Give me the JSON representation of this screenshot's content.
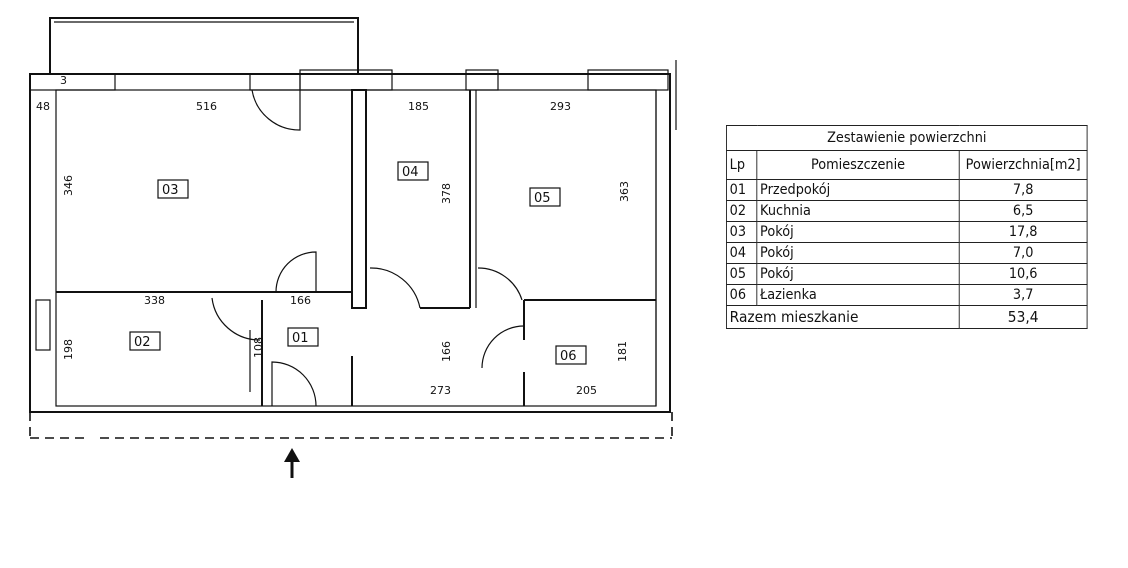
{
  "plan": {
    "dimensions": {
      "d48": "48",
      "d516": "516",
      "d185": "185",
      "d293": "293",
      "d346": "346",
      "d378": "378",
      "d363": "363",
      "d3": "3",
      "d338": "338",
      "d166a": "166",
      "d198": "198",
      "d166b": "166",
      "d181": "181",
      "d273": "273",
      "d205": "205",
      "d108": "108"
    },
    "rooms": {
      "r01": "01",
      "r02": "02",
      "r03": "03",
      "r04": "04",
      "r05": "05",
      "r06": "06"
    }
  },
  "table": {
    "title": "Zestawienie powierzchni",
    "headers": {
      "lp": "Lp",
      "room": "Pomieszczenie",
      "area": "Powierzchnia[m2]"
    },
    "rows": [
      {
        "lp": "01",
        "room": "Przedpokój",
        "area": "7,8"
      },
      {
        "lp": "02",
        "room": "Kuchnia",
        "area": "6,5"
      },
      {
        "lp": "03",
        "room": "Pokój",
        "area": "17,8"
      },
      {
        "lp": "04",
        "room": "Pokój",
        "area": "7,0"
      },
      {
        "lp": "05",
        "room": "Pokój",
        "area": "10,6"
      },
      {
        "lp": "06",
        "room": "Łazienka",
        "area": "3,7"
      }
    ],
    "total": {
      "label": "Razem mieszkanie",
      "value": "53,4"
    }
  }
}
